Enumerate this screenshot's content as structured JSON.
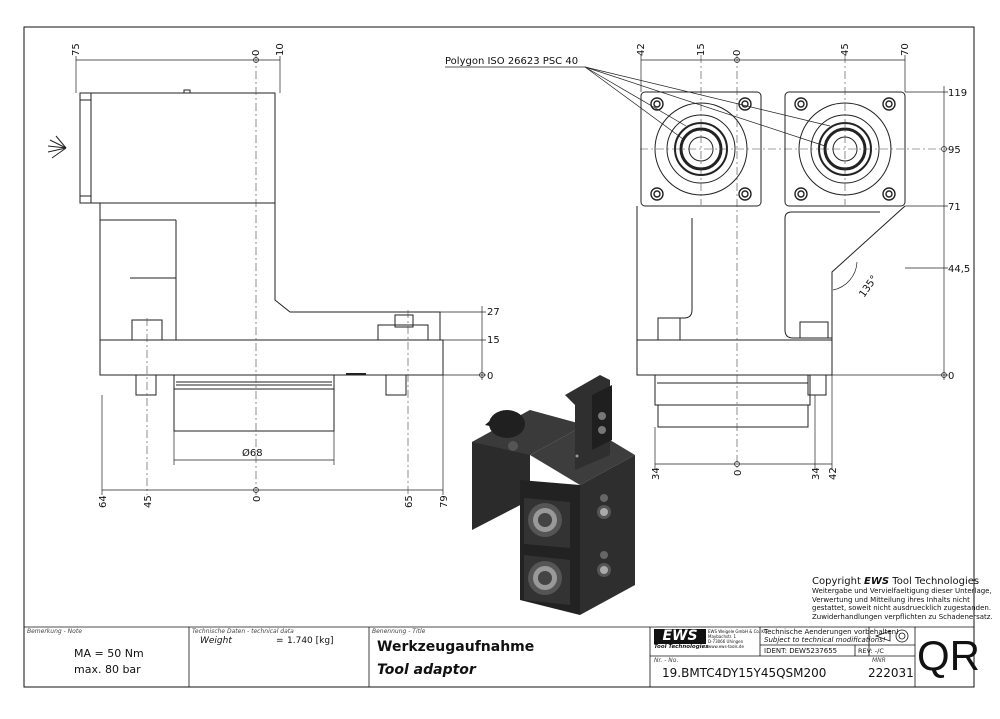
{
  "drawing": {
    "side_view_dims": {
      "top": [
        "75",
        "0",
        "10"
      ],
      "right": [
        "27",
        "15",
        "0"
      ],
      "diameter": "Ø68",
      "bottom": [
        "64",
        "45",
        "0",
        "65",
        "79"
      ]
    },
    "front_view_dims": {
      "top": [
        "42",
        "15",
        "0",
        "45",
        "70"
      ],
      "right": [
        "119",
        "95",
        "71",
        "44,5",
        "0"
      ],
      "bottom": [
        "34",
        "0",
        "34",
        "42"
      ],
      "angle": "135°"
    },
    "polygon_callout": "Polygon ISO 26623 PSC 40"
  },
  "copyright": {
    "prefix": "Copyright ",
    "brand": "EWS",
    "suffix": " Tool Technologies",
    "lines": [
      "Weitergabe und Vervielfaeltigung dieser Unterlage,",
      "Verwertung und Mitteilung ihres Inhalts nicht",
      "gestattet, soweit nicht ausdruecklich zugestanden.",
      "Zuwiderhandlungen verpflichten zu Schadenersatz."
    ]
  },
  "title_block": {
    "note_label": "Bemerkung - Note",
    "note_lines": [
      "MA = 50 Nm",
      "max. 80 bar"
    ],
    "tech_label": "Technische Daten - technical data",
    "weight_label": "Weight",
    "weight_eq": "=",
    "weight_value": "1.740 [kg]",
    "title_label": "Benennung - Title",
    "title_de": "Werkzeugaufnahme",
    "title_en": "Tool adaptor",
    "logo_text": "EWS",
    "logo_sub": "Tool Technologies",
    "company_lines": [
      "EWS Weigele GmbH & Co. KG",
      "Maybachstr. 1",
      "D-73066 Uhingen",
      "www.ews-tools.de"
    ],
    "change_de": "Technische Aenderungen vorbehalten!",
    "change_en": "Subject to technical modifications!",
    "ident": "IDENT: DEW5237655",
    "rev": "REV:  -/C",
    "nr_label": "Nr. - No.",
    "part_number": "19.BMTC4DY15Y45QSM200",
    "mnr_label": "MNR",
    "mnr": "222031",
    "code": "QR"
  }
}
